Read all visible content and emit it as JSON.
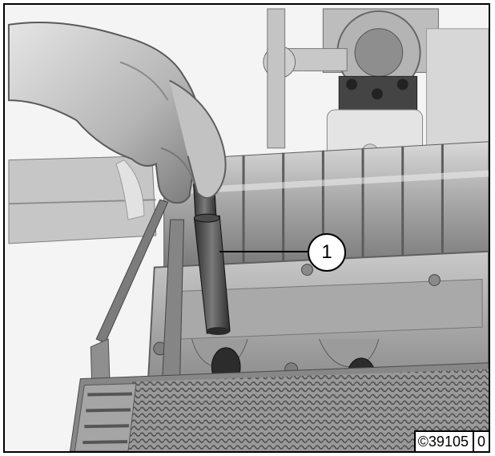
{
  "callout": {
    "number": "1"
  },
  "copyright": {
    "text": "©39105",
    "suffix": "0"
  }
}
